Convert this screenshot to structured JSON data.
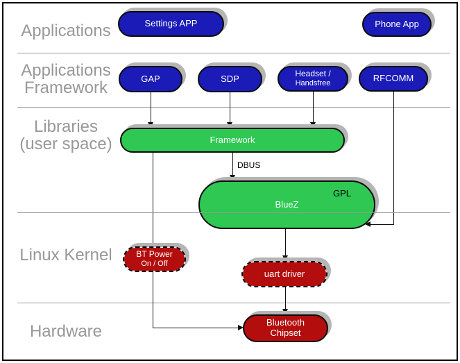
{
  "layers": [
    {
      "label_lines": [
        "Applications"
      ]
    },
    {
      "label_lines": [
        "Applications",
        "Framework"
      ]
    },
    {
      "label_lines": [
        "Libraries",
        "(user space)"
      ]
    },
    {
      "label_lines": [
        "Linux Kernel"
      ]
    },
    {
      "label_lines": [
        "Hardware"
      ]
    }
  ],
  "nodes": {
    "settings_app": "Settings APP",
    "phone_app": "Phone App",
    "gap": "GAP",
    "sdp": "SDP",
    "headset_line1": "Headset /",
    "headset_line2": "Handsfree",
    "rfcomm": "RFCOMM",
    "framework": "Framework",
    "bluez": "BlueZ",
    "bt_power_line1": "BT Power",
    "bt_power_line2": "On / Off",
    "uart_driver": "uart driver",
    "chipset_line1": "Bluetooth",
    "chipset_line2": "Chipset"
  },
  "edge_labels": {
    "dbus": "DBUS",
    "gpl": "GPL"
  },
  "colors": {
    "application_pill": "#1b1bb7",
    "library_pill": "#2ec852",
    "kernel_pill": "#b30d0d",
    "pill_text": "#ffffff",
    "annotation_text": "#000000",
    "layer_label_gray": "#989898",
    "separator_line": "#999999",
    "pill_shadow": "#b5b5b5"
  }
}
